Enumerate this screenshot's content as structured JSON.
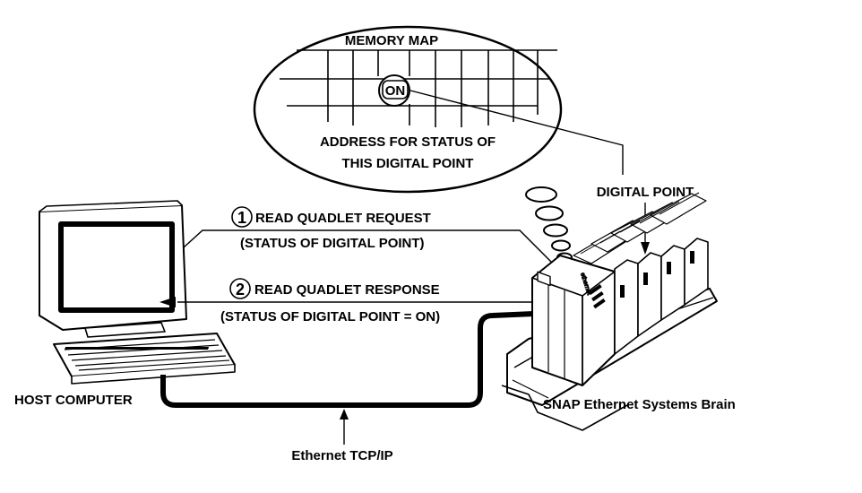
{
  "memory_map": {
    "title": "MEMORY MAP",
    "cell_value": "ON",
    "caption_line1": "ADDRESS FOR STATUS OF",
    "caption_line2": "THIS DIGITAL POINT"
  },
  "digital_point_label": "DIGITAL POINT",
  "step1": {
    "number": "1",
    "line1": "READ QUADLET REQUEST",
    "line2": "(STATUS OF DIGITAL POINT)"
  },
  "step2": {
    "number": "2",
    "line1": "READ QUADLET RESPONSE",
    "line2": "(STATUS OF DIGITAL POINT = ON)"
  },
  "host_label": "HOST COMPUTER",
  "brain_label": "SNAP Ethernet Systems Brain",
  "brain_print": "ethernet",
  "network_label": "Ethernet  TCP/IP",
  "colors": {
    "ink": "#000000",
    "paper": "#ffffff",
    "shade": "#bfbfbf"
  }
}
